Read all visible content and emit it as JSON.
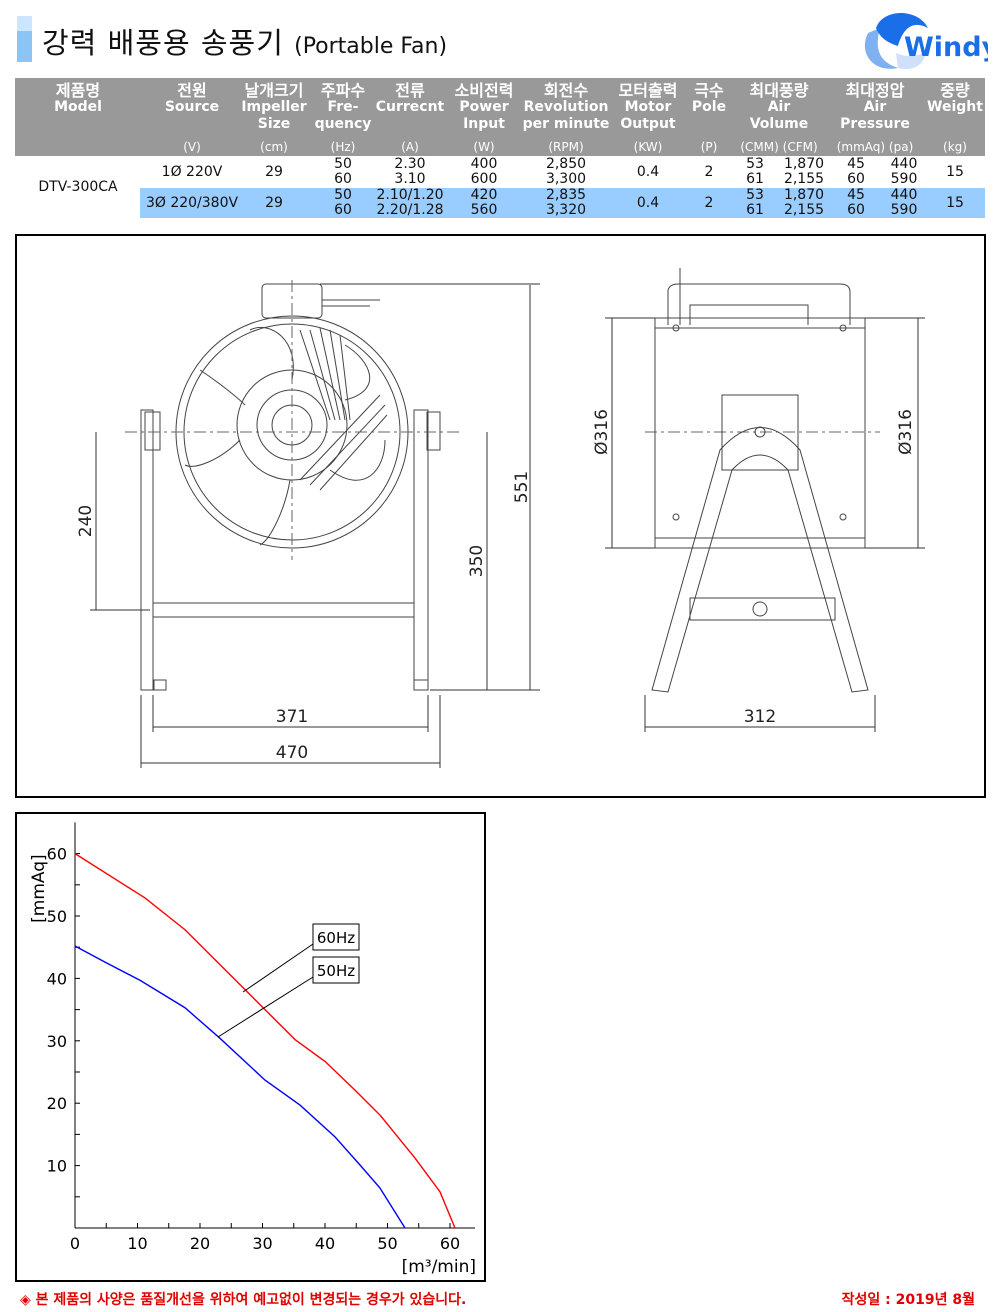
{
  "title": {
    "ko": "강력 배풍용 송풍기",
    "en": "(Portable Fan)"
  },
  "logo": {
    "text": "Windy"
  },
  "table": {
    "headers": [
      {
        "ko": "제품명",
        "en": "Model",
        "unit": ""
      },
      {
        "ko": "전원",
        "en": "Source",
        "unit": "(V)"
      },
      {
        "ko": "날개크기",
        "en": "Impeller Size",
        "unit": "(cm)"
      },
      {
        "ko": "주파수",
        "en": "Fre- quency",
        "unit": "(Hz)"
      },
      {
        "ko": "전류",
        "en": "Currecnt",
        "unit": "(A)"
      },
      {
        "ko": "소비전력",
        "en": "Power Input",
        "unit": "(W)"
      },
      {
        "ko": "회전수",
        "en": "Revolution per minute",
        "unit": "(RPM)"
      },
      {
        "ko": "모터출력",
        "en": "Motor Output",
        "unit": "(KW)"
      },
      {
        "ko": "극수",
        "en": "Pole",
        "unit": "(P)"
      },
      {
        "ko": "최대풍량",
        "en": "Air Volume",
        "unit": "(CMM)  (CFM)"
      },
      {
        "ko": "최대정압",
        "en": "Air Pressure",
        "unit": "(mmAq)   (pa)"
      },
      {
        "ko": "중량",
        "en": "Weight",
        "unit": "(kg)"
      }
    ],
    "model": "DTV-300CA",
    "rows": [
      {
        "source": "1Ø 220V",
        "impeller": "29",
        "hz": [
          "50",
          "60"
        ],
        "current": [
          "2.30",
          "3.10"
        ],
        "power": [
          "400",
          "600"
        ],
        "rpm": [
          "2,850",
          "3,300"
        ],
        "motor": "0.4",
        "pole": "2",
        "cmm": [
          "53",
          "61"
        ],
        "cfm": [
          "1,870",
          "2,155"
        ],
        "mmaq": [
          "45",
          "60"
        ],
        "pa": [
          "440",
          "590"
        ],
        "weight": "15"
      },
      {
        "source": "3Ø 220/380V",
        "impeller": "29",
        "hz": [
          "50",
          "60"
        ],
        "current": [
          "2.10/1.20",
          "2.20/1.28"
        ],
        "power": [
          "420",
          "560"
        ],
        "rpm": [
          "2,835",
          "3,320"
        ],
        "motor": "0.4",
        "pole": "2",
        "cmm": [
          "53",
          "61"
        ],
        "cfm": [
          "1,870",
          "2,155"
        ],
        "mmaq": [
          "45",
          "60"
        ],
        "pa": [
          "440",
          "590"
        ],
        "weight": "15"
      }
    ]
  },
  "drawing": {
    "dims": {
      "height": "551",
      "center": "350",
      "mount": "240",
      "inner_width": "371",
      "outer_width": "470",
      "dia_left": "Ø316",
      "dia_right": "Ø316",
      "side_width": "312"
    }
  },
  "chart_data": {
    "type": "line",
    "xlabel": "[m³/min]",
    "ylabel": "[mmAq]",
    "xlim": [
      0,
      64
    ],
    "ylim": [
      0,
      65
    ],
    "xticks": [
      "0",
      "10",
      "20",
      "30",
      "40",
      "50",
      "60"
    ],
    "yticks": [
      "10",
      "20",
      "30",
      "40",
      "50",
      "60"
    ],
    "series": [
      {
        "name": "60Hz",
        "color": "#ff0000",
        "x": [
          0,
          11.2,
          17.6,
          24.8,
          29.6,
          35.2,
          40,
          44.8,
          48.8,
          54.4,
          58.4,
          60.8
        ],
        "y": [
          60,
          52.9,
          47.8,
          40.6,
          35.8,
          30.2,
          26.7,
          22.1,
          18.1,
          11.2,
          5.8,
          0
        ]
      },
      {
        "name": "50Hz",
        "color": "#0000ff",
        "x": [
          0,
          4.8,
          10.4,
          17.6,
          23.2,
          30.4,
          36,
          41.6,
          45.6,
          48.8,
          52.8
        ],
        "y": [
          45.2,
          42.6,
          39.7,
          35.3,
          30.4,
          23.7,
          19.7,
          14.6,
          10.1,
          6.4,
          0
        ]
      }
    ]
  },
  "footer": {
    "notice": "◈ 본 제품의 사양은 품질개선을 위하여 예고없이 변경되는 경우가 있습니다.",
    "date": "작성일 : 2019년 8월"
  }
}
